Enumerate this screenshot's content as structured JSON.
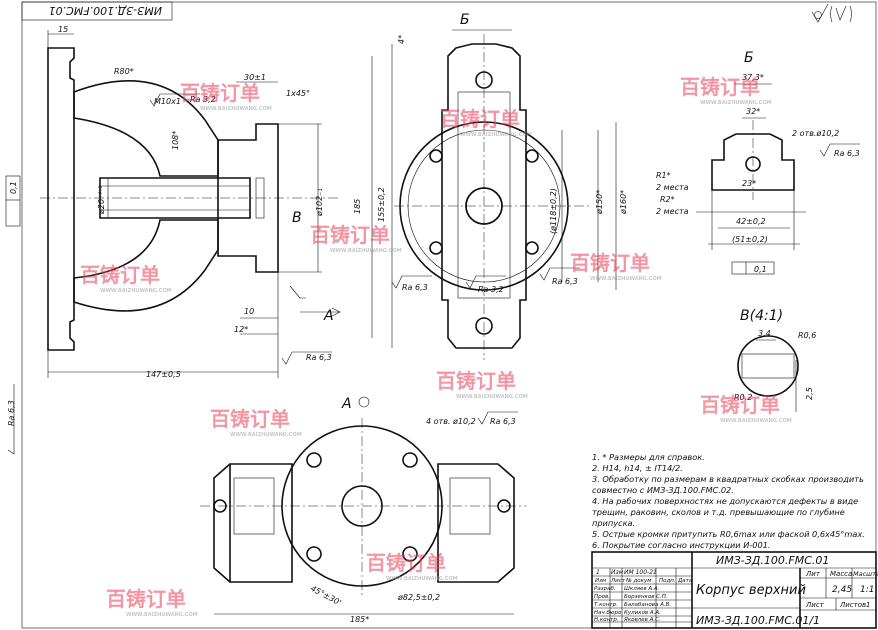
{
  "top_stamp": "ИМЗ-ЗД.100.FMC.01",
  "roughness_corner": "√(√)",
  "views": {
    "main": {
      "dim_15": "15",
      "dim_r80": "R80*",
      "dim_m10": "M10x1",
      "dim_ra32_a": "Ra 3,2",
      "dim_30": "30±1",
      "dim_1x45": "1x45°",
      "dim_108": "108*",
      "dim_20": "ø20⁺⁰·¹",
      "dim_102": "ø102₋₁",
      "label_b": "B",
      "dim_10": "10",
      "dim_12": "12*",
      "label_a": "A",
      "dim_ra63_a": "Ra 6,3",
      "dim_147": "147±0,5",
      "dim_ra63_left": "Ra 6,3",
      "frame_box_val": "0,1"
    },
    "side": {
      "title": "Б",
      "dim_4": "4*",
      "dim_185": "185",
      "dim_155": "155±0,2",
      "dim_118": "(ø118±0,2)",
      "dim_150": "ø150*",
      "dim_160": "ø160*",
      "dim_ra63_a": "Ra 6,3",
      "dim_ra32": "Ra 3,2",
      "dim_ra63_b": "Ra 6,3"
    },
    "view_b": {
      "title": "Б",
      "dim_373": "37,3*",
      "dim_32": "32*",
      "holes": "2 отв.ø10,2",
      "ra": "Ra 6,3",
      "r1": "R1*",
      "r1_note": "2 места",
      "r2": "R2*",
      "r2_note": "2 места",
      "dim_23": "23*",
      "dim_42": "42±0,2",
      "dim_51": "(51±0,2)",
      "tol": "0,1"
    },
    "detail_b": {
      "title": "B(4:1)",
      "dim_34": "3,4",
      "dim_r06": "R0,6",
      "dim_r02": "R0,2",
      "dim_25": "2,5"
    },
    "view_a": {
      "title": "A",
      "holes": "4 отв. ø10,2",
      "ra": "Ra 6,3",
      "dim_45": "45°±30'",
      "dim_825": "ø82,5±0,2",
      "dim_185": "185*"
    }
  },
  "notes": [
    "1. * Размеры для справок.",
    "2. H14, h14, ± IT14/2.",
    "3. Обработку по размерам в квадратных скобках производить совместно с ИМЗ-ЗД.100.FMC.02.",
    "4. На рабочих поверхностях не допускаются дефекты в виде трещин, раковин, сколов и т.д. превышающие по глубине припуска.",
    "5. Острые кромки притупить R0,6max или фаской 0,6x45°max.",
    "6. Покрытие согласно инструкции И-001."
  ],
  "title_block": {
    "code_top": "ИМЗ-ЗД.100.FMC.01",
    "name": "Корпус верхний",
    "code_bottom": "ИМЗ-ЗД.100.FMC.01/1",
    "lit_label": "Лит",
    "mass_label": "Масса",
    "scale_label": "Масштаб",
    "mass": "2,45",
    "scale": "1:1",
    "sheet_label": "Лист",
    "sheets_label": "Листов",
    "sheets": "1",
    "izm_row": [
      "1",
      "Изм",
      "ИМ 100-21"
    ],
    "header_cols": [
      "Изм",
      "Лист",
      "№ докум.",
      "Подп.",
      "Дата"
    ],
    "people": [
      {
        "role": "Разраб.",
        "name": "Шкляев А.А."
      },
      {
        "role": "Пров.",
        "name": "Борзенков С.П."
      },
      {
        "role": "Т.контр.",
        "name": "Балабанова А.В."
      },
      {
        "role": "Нач.бюро",
        "name": "Куликов А.А."
      },
      {
        "role": "Н.контр.",
        "name": "Яковлев А.С."
      }
    ]
  },
  "watermark": {
    "brand": "百铸订单",
    "site": "WWW.BAIZHUWANG.COM",
    "color": "#e8425a"
  }
}
